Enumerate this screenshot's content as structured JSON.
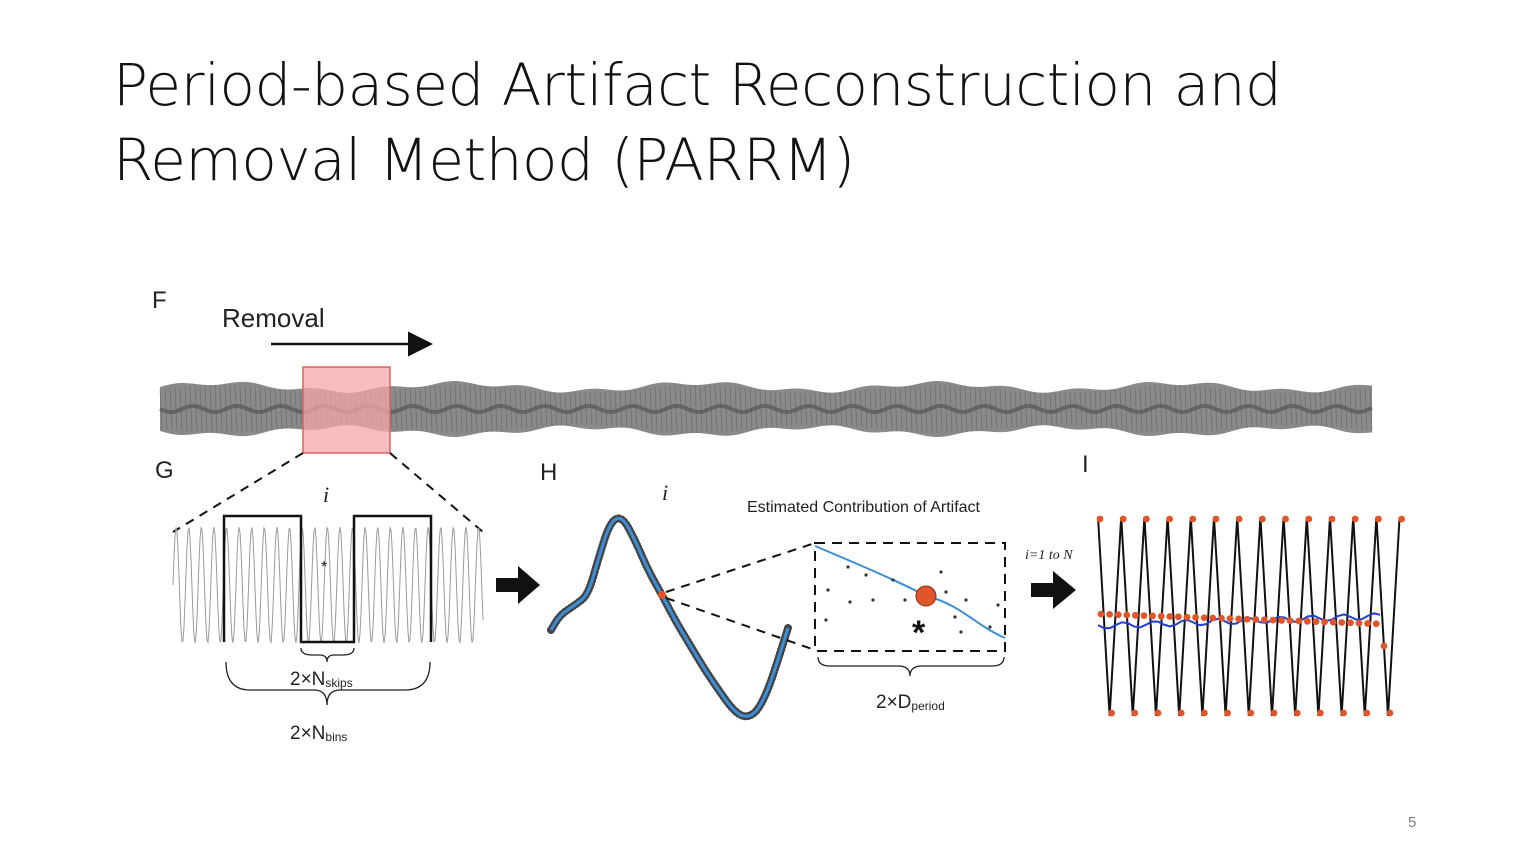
{
  "slide": {
    "title_line1": "Period-based Artifact Reconstruction and",
    "title_line2": "Removal Method (PARRM)",
    "page_number": "5"
  },
  "figure": {
    "panel_f": {
      "label": "F",
      "removal_text": "Removal"
    },
    "panel_g": {
      "label": "G",
      "index_label": "i",
      "star": "*",
      "skips_base": "2×N",
      "skips_sub": "skips",
      "bins_base": "2×N",
      "bins_sub": "bins"
    },
    "panel_h": {
      "label": "H",
      "index_label": "i",
      "inset_title": "Estimated Contribution of Artifact",
      "star": "*",
      "period_base": "2×D",
      "period_sub": "period"
    },
    "panel_i": {
      "label": "I",
      "loop_label": "i=1 to N"
    }
  },
  "colors": {
    "highlight_fill": "#f4a6a6",
    "highlight_stroke": "#e06060",
    "fit_line": "#3a8fd8",
    "estimate_point": "#e0562a",
    "signal_gray": "#777777",
    "recovered_signal": "#1f3fcf"
  }
}
